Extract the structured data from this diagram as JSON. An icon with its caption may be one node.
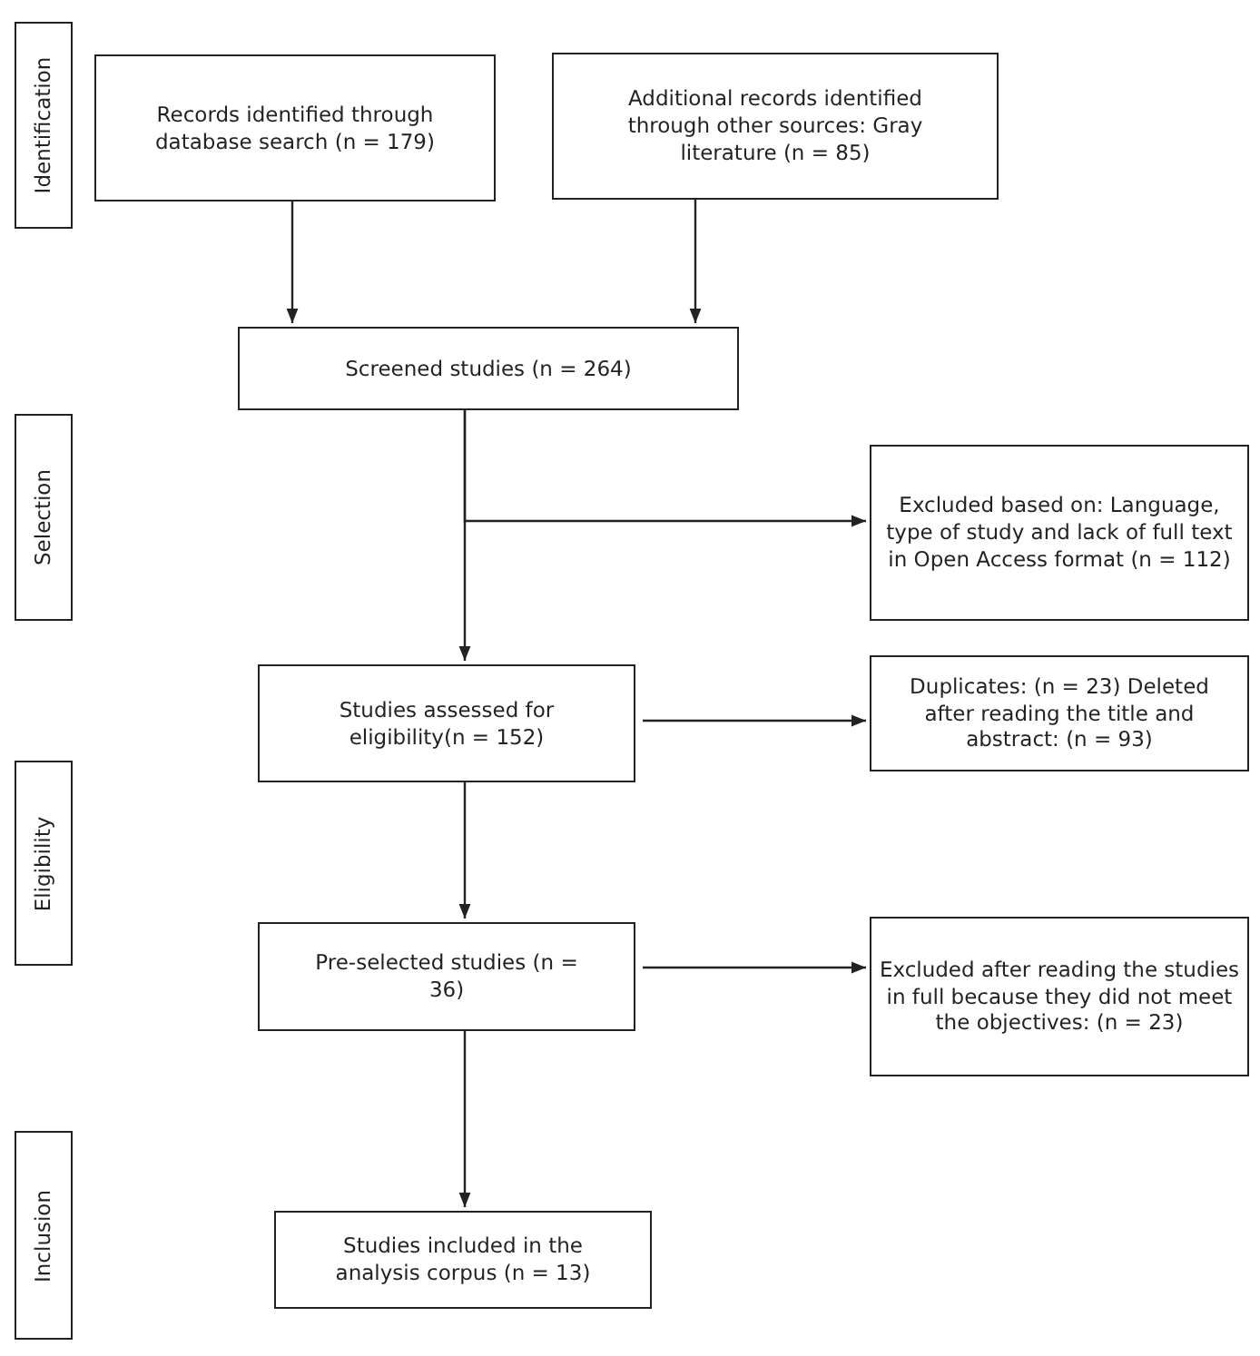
{
  "diagram": {
    "nodes": [
      {
        "text": [
          "Identification"
        ]
      },
      {
        "text": [
          "Records identified through database search (n = 179)"
        ]
      },
      {
        "text": [
          "Additional records identified through other sources: Gray literature (n = 85)"
        ]
      },
      {
        "text": [
          "Screened studies (n = 264)"
        ]
      },
      {
        "text": [
          "Selection"
        ]
      },
      {
        "text": [
          "Excluded based on: Language, type of study and lack of full text in Open Access format  (n = 112)"
        ]
      },
      {
        "text": [
          "Studies assessed for eligibility(n = 152)"
        ]
      },
      {
        "text": [
          "Duplicates: (n = 23) Deleted after reading the title and abstract: (n = 93)"
        ]
      },
      {
        "text": [
          "Eligibility"
        ]
      },
      {
        "text": [
          "Pre-selected studies (n = 36)"
        ]
      },
      {
        "text": [
          "Excluded after reading the studies in full because they did not meet the objectives: (n = 23)"
        ]
      },
      {
        "text": [
          "Inclusion"
        ]
      },
      {
        "text": [
          "Studies included in the analysis corpus (n = 13)"
        ]
      }
    ],
    "edges": [
      {
        "from": 1,
        "to": 3,
        "arrow": "to"
      },
      {
        "from": 2,
        "to": 3,
        "arrow": "to"
      },
      {
        "from": 3,
        "to": 5,
        "arrow": "to"
      },
      {
        "from": 3,
        "to": 6,
        "arrow": "to"
      },
      {
        "from": 6,
        "to": 7,
        "arrow": "to"
      },
      {
        "from": 6,
        "to": 9,
        "arrow": "to"
      },
      {
        "from": 9,
        "to": 10,
        "arrow": "to"
      },
      {
        "from": 9,
        "to": 12,
        "arrow": "to"
      }
    ]
  }
}
